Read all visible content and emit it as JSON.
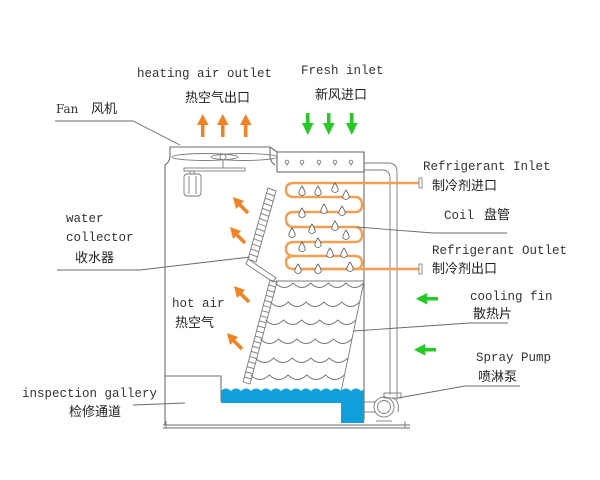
{
  "diagram": {
    "title": "Closed-circuit evaporative cooling tower",
    "colors": {
      "hot_air_arrow": "#f58220",
      "fresh_air_arrow": "#22cc22",
      "coil": "#f0a050",
      "water": "#0fa0dc",
      "outline": "#6e6e6e"
    },
    "labels": {
      "heating_air_outlet": {
        "en": "heating air outlet",
        "cn": "热空气出口"
      },
      "fresh_inlet": {
        "en": "Fresh inlet",
        "cn": "新风进口"
      },
      "fan": {
        "en": "Fan",
        "cn": "风机"
      },
      "water_collector": {
        "en_line1": "water",
        "en_line2": "collector",
        "cn": "收水器"
      },
      "hot_air": {
        "en": "hot air",
        "cn": "热空气"
      },
      "inspection_gallery": {
        "en": "inspection gallery",
        "cn": "检修通道"
      },
      "refrigerant_inlet": {
        "en": "Refrigerant Inlet",
        "cn": "制冷剂进口"
      },
      "coil": {
        "en": "Coil",
        "cn": "盘管"
      },
      "refrigerant_outlet": {
        "en": "Refrigerant Outlet",
        "cn": "制冷剂出口"
      },
      "cooling_fin": {
        "en": "cooling fin",
        "cn": "散热片"
      },
      "spray_pump": {
        "en": "Spray Pump",
        "cn": "喷淋泵"
      }
    },
    "arrows": {
      "hot_air_outlet_count": 3,
      "fresh_inlet_count": 3,
      "internal_hot_air_count": 4,
      "side_fresh_air_count": 2
    }
  }
}
